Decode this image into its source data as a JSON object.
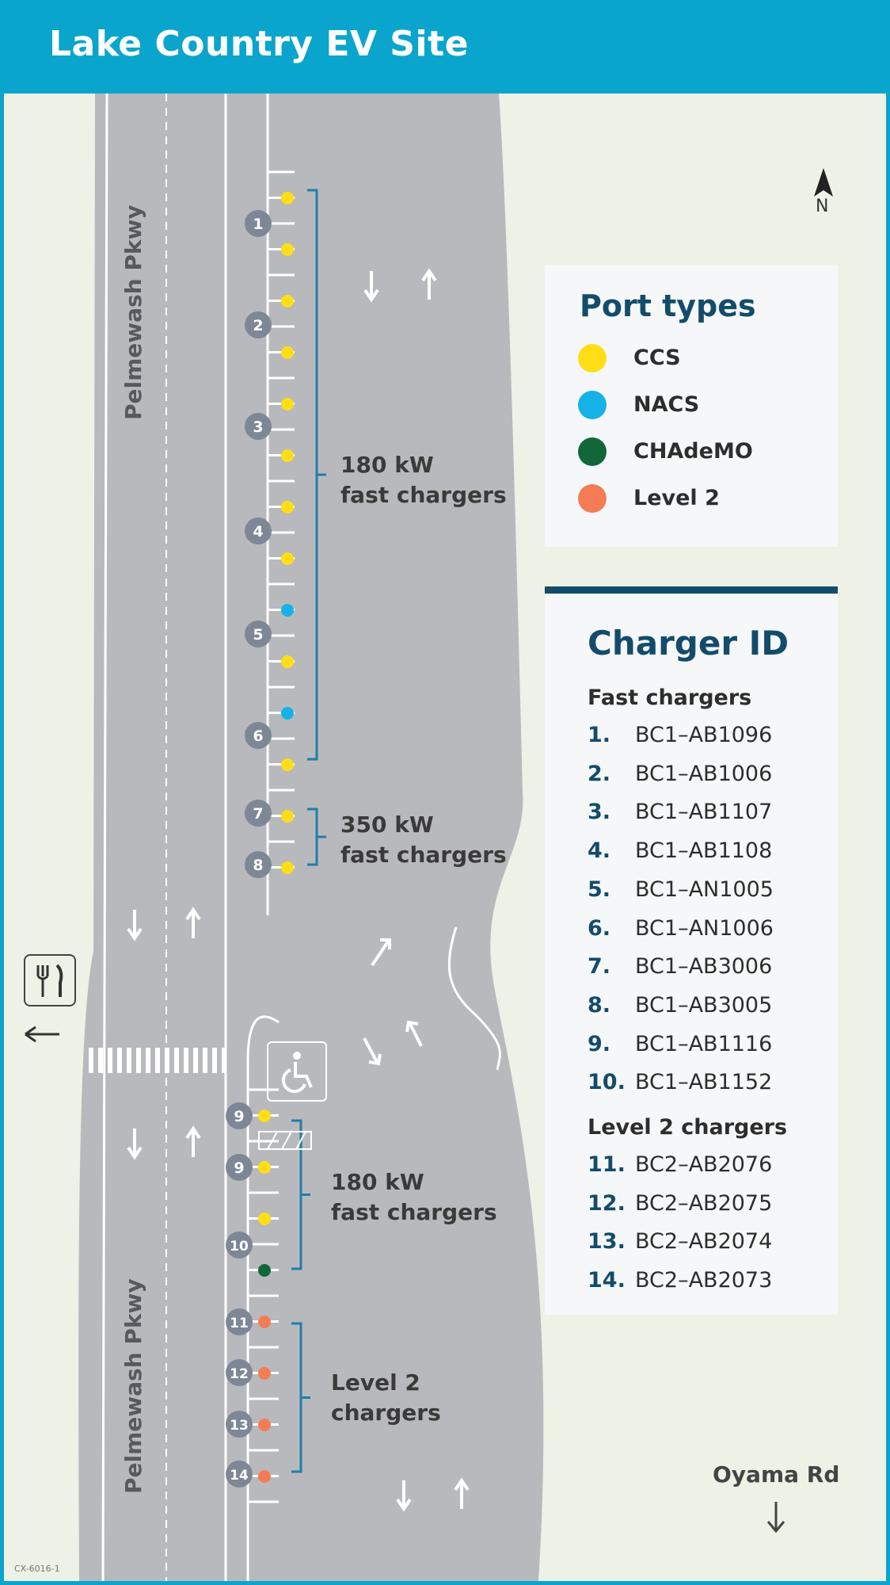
{
  "header": {
    "title": "Lake Country EV Site"
  },
  "map": {
    "road_name": "Pelmewash Pkwy",
    "cross_road": "Oyama Rd",
    "north_label": "N",
    "code": "CX-6016-1",
    "icons": [
      "restaurant-icon",
      "accessible-parking-icon",
      "north-arrow-icon",
      "left-arrow-icon",
      "down-arrow-icon"
    ]
  },
  "groups": [
    {
      "label1": "180 kW",
      "label2": "fast chargers"
    },
    {
      "label1": "350 kW",
      "label2": "fast chargers"
    },
    {
      "label1": "180 kW",
      "label2": "fast chargers"
    },
    {
      "label1": "Level 2",
      "label2": "chargers"
    }
  ],
  "chargers": [
    {
      "num": "1"
    },
    {
      "num": "2"
    },
    {
      "num": "3"
    },
    {
      "num": "4"
    },
    {
      "num": "5"
    },
    {
      "num": "6"
    },
    {
      "num": "7"
    },
    {
      "num": "8"
    },
    {
      "num": "9"
    },
    {
      "num": "9"
    },
    {
      "num": "10"
    },
    {
      "num": "11"
    },
    {
      "num": "12"
    },
    {
      "num": "13"
    },
    {
      "num": "14"
    }
  ],
  "ports_upper": [
    "CCS",
    "CCS",
    "CCS",
    "CCS",
    "CCS",
    "CCS",
    "CCS",
    "CCS",
    "NACS",
    "CCS",
    "NACS",
    "CCS",
    "CCS",
    "CCS"
  ],
  "ports_lower": [
    "CCS",
    "CCS",
    "CCS",
    "CHAdeMO",
    "Level 2",
    "Level 2",
    "Level 2",
    "Level 2"
  ],
  "legend": {
    "title": "Port types",
    "items": [
      {
        "label": "CCS",
        "color": "#ffde17"
      },
      {
        "label": "NACS",
        "color": "#14b2e6"
      },
      {
        "label": "CHAdeMO",
        "color": "#11673a"
      },
      {
        "label": "Level 2",
        "color": "#f47c55"
      }
    ]
  },
  "charger_id": {
    "title": "Charger ID",
    "fast_heading": "Fast chargers",
    "fast": [
      {
        "num": "1.",
        "id": "BC1–AB1096"
      },
      {
        "num": "2.",
        "id": "BC1–AB1006"
      },
      {
        "num": "3.",
        "id": "BC1–AB1107"
      },
      {
        "num": "4.",
        "id": "BC1–AB1108"
      },
      {
        "num": "5.",
        "id": "BC1–AN1005"
      },
      {
        "num": "6.",
        "id": "BC1–AN1006"
      },
      {
        "num": "7.",
        "id": "BC1–AB3006"
      },
      {
        "num": "8.",
        "id": "BC1–AB3005"
      },
      {
        "num": "9.",
        "id": "BC1–AB1116"
      },
      {
        "num": "10.",
        "id": "BC1–AB1152"
      }
    ],
    "level2_heading": "Level 2 chargers",
    "level2": [
      {
        "num": "11.",
        "id": "BC2–AB2076"
      },
      {
        "num": "12.",
        "id": "BC2–AB2075"
      },
      {
        "num": "13.",
        "id": "BC2–AB2074"
      },
      {
        "num": "14.",
        "id": "BC2–AB2073"
      }
    ]
  }
}
